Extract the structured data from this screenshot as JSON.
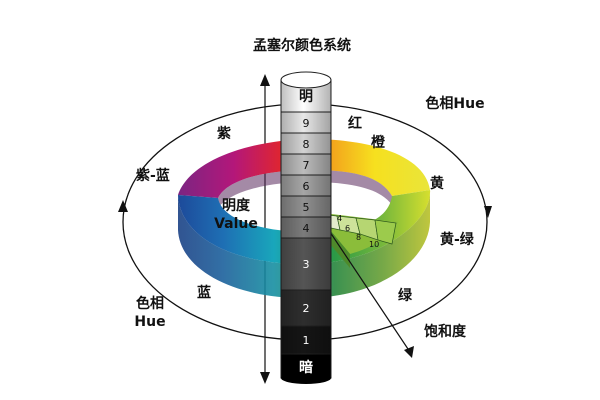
{
  "title": "孟塞尔颜色系统",
  "value_top_label": "明",
  "value_bottom_label": "暗",
  "value_steps": [
    "9",
    "8",
    "7",
    "6",
    "5",
    "4",
    "3",
    "2",
    "1"
  ],
  "value_axis": {
    "line1": "明度",
    "line2": "Value"
  },
  "hue_top": "色相Hue",
  "hue_left": {
    "line1": "色相",
    "line2": "Hue"
  },
  "hue_names": {
    "red": "红",
    "orange": "橙",
    "yellow": "黄",
    "yellow_green": "黄-绿",
    "green": "绿",
    "blue": "蓝",
    "purple_blue": "紫-蓝",
    "purple": "紫"
  },
  "chroma_label": "饱和度",
  "chroma_steps": [
    "4",
    "6",
    "8",
    "10"
  ],
  "colors": {
    "red": "#d9262c",
    "orange": "#f28c18",
    "yellow": "#f7e21c",
    "yellow_green": "#a5c93a",
    "green": "#3d9a2e",
    "cyan": "#1aa4b8",
    "blue": "#1d62ad",
    "purple": "#6a1f7c",
    "magenta": "#b0167a"
  }
}
